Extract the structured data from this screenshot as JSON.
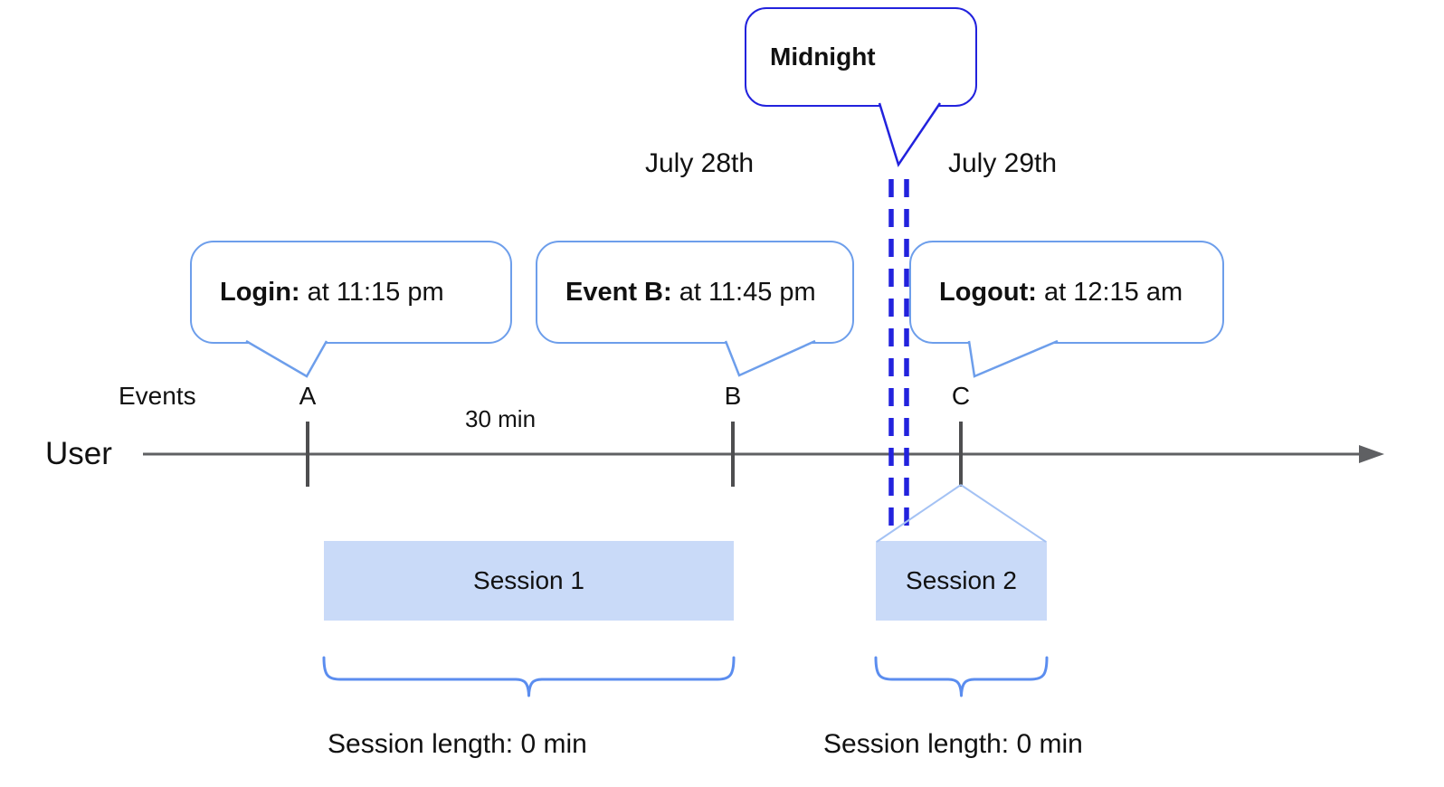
{
  "midnight_callout": {
    "label": "Midnight"
  },
  "dates": {
    "left_day": "July 28th",
    "right_day": "July 29th"
  },
  "event_callouts": {
    "login": {
      "label": "Login:",
      "time": " at 11:15 pm"
    },
    "event_b": {
      "label": "Event B:",
      "time": " at 11:45 pm"
    },
    "logout": {
      "label": "Logout:",
      "time": " at 12:15 am"
    }
  },
  "timeline": {
    "row_label": "Events",
    "axis_label": "User",
    "markers": {
      "a": "A",
      "b": "B",
      "c": "C"
    },
    "interval_label": "30 min"
  },
  "sessions": {
    "session1": {
      "name": "Session 1",
      "length_label": "Session length: 0 min"
    },
    "session2": {
      "name": "Session 2",
      "length_label": "Session length: 0 min"
    }
  },
  "colors": {
    "midnight_blue": "#2222dd",
    "callout_border_blue": "#6d9eeb",
    "brace_blue": "#5b8def",
    "session_fill_blue": "#c9daf8",
    "funnel_blue": "#a4c2f4",
    "axis_gray": "#5f6063",
    "text_black": "#111111"
  }
}
